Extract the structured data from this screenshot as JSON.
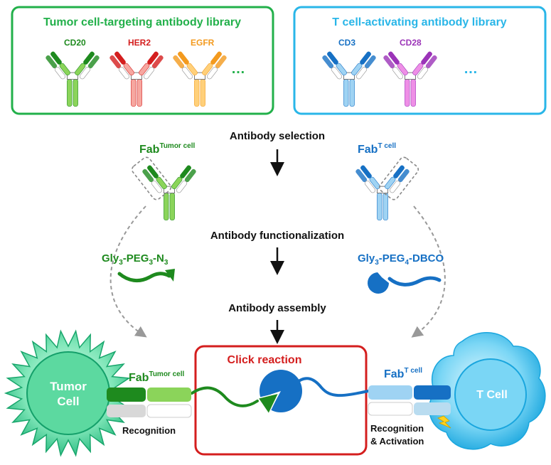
{
  "colors": {
    "green_dark": "#1e8a1e",
    "green_light": "#8bd45a",
    "blue_dark": "#1670c4",
    "blue_light": "#9fd3f3",
    "red": "#d41e1e",
    "orange": "#f39a1e",
    "purple": "#9b33b8",
    "pink": "#ee8fe6",
    "cyan_box": "#29b6e8",
    "green_box": "#22b04a"
  },
  "libraries": {
    "tumor": {
      "title": "Tumor cell-targeting antibody library",
      "antibodies": [
        "CD20",
        "HER2",
        "EGFR"
      ],
      "ellipsis": "…"
    },
    "tcell": {
      "title": "T cell-activating antibody library",
      "antibodies": [
        "CD3",
        "CD28"
      ],
      "ellipsis": "…"
    }
  },
  "steps": {
    "selection": "Antibody selection",
    "functionalization": "Antibody functionalization",
    "assembly": "Antibody assembly"
  },
  "fab_tumor": {
    "main": "Fab",
    "sup": "Tumor cell"
  },
  "fab_tcell": {
    "main": "Fab",
    "sup": "T cell"
  },
  "linker_left": {
    "prefix": "Gly",
    "sub1": "3",
    "mid": "-PEG",
    "sub2": "3",
    "suffix": "-N",
    "sub3": "3"
  },
  "linker_right": {
    "prefix": "Gly",
    "sub1": "3",
    "mid": "-PEG",
    "sub2": "4",
    "suffix": "-DBCO"
  },
  "click_reaction": "Click reaction",
  "tumor_cell": {
    "line1": "Tumor",
    "line2": "Cell"
  },
  "t_cell": "T Cell",
  "recognition_left": "Recognition",
  "recognition_right": {
    "line1": "Recognition",
    "line2": "& Activation"
  }
}
